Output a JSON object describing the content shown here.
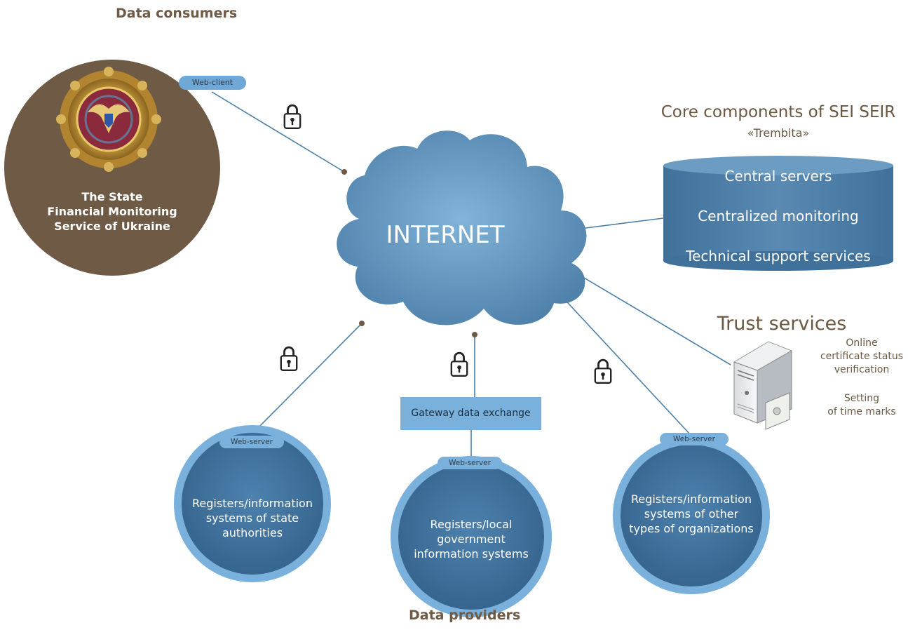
{
  "headers": {
    "consumers": "Data consumers",
    "providers": "Data providers"
  },
  "consumer": {
    "client_label": "Web-client",
    "org_name_lines": [
      "The State",
      "Financial Monitoring",
      "Service of Ukraine"
    ]
  },
  "internet": {
    "label": "INTERNET"
  },
  "core": {
    "title": "Core components of SEI SEIR",
    "subtitle": "«Trembita»",
    "items": [
      "Central servers",
      "Centralized monitoring",
      "Technical support services"
    ]
  },
  "trust": {
    "title": "Trust services",
    "online_lines": [
      "Online",
      "certificate status",
      "verification"
    ],
    "time_lines": [
      "Setting",
      "of time marks"
    ]
  },
  "gateway": {
    "label": "Gateway data exchange"
  },
  "providers": [
    {
      "server_label": "Web-server",
      "lines": [
        "Registers/information",
        "systems of state",
        "authorities"
      ]
    },
    {
      "server_label": "Web-server",
      "lines": [
        "Registers/local",
        "government",
        "information systems"
      ]
    },
    {
      "server_label": "Web-server",
      "lines": [
        "Registers/information",
        "systems of other",
        "types of organizations"
      ]
    }
  ],
  "colors": {
    "brown": "#6e5a45",
    "cloud": "#5a8db5",
    "node_ring": "#7ab1dc",
    "node_fill": "#3f709b",
    "line": "#4c7fa7"
  }
}
